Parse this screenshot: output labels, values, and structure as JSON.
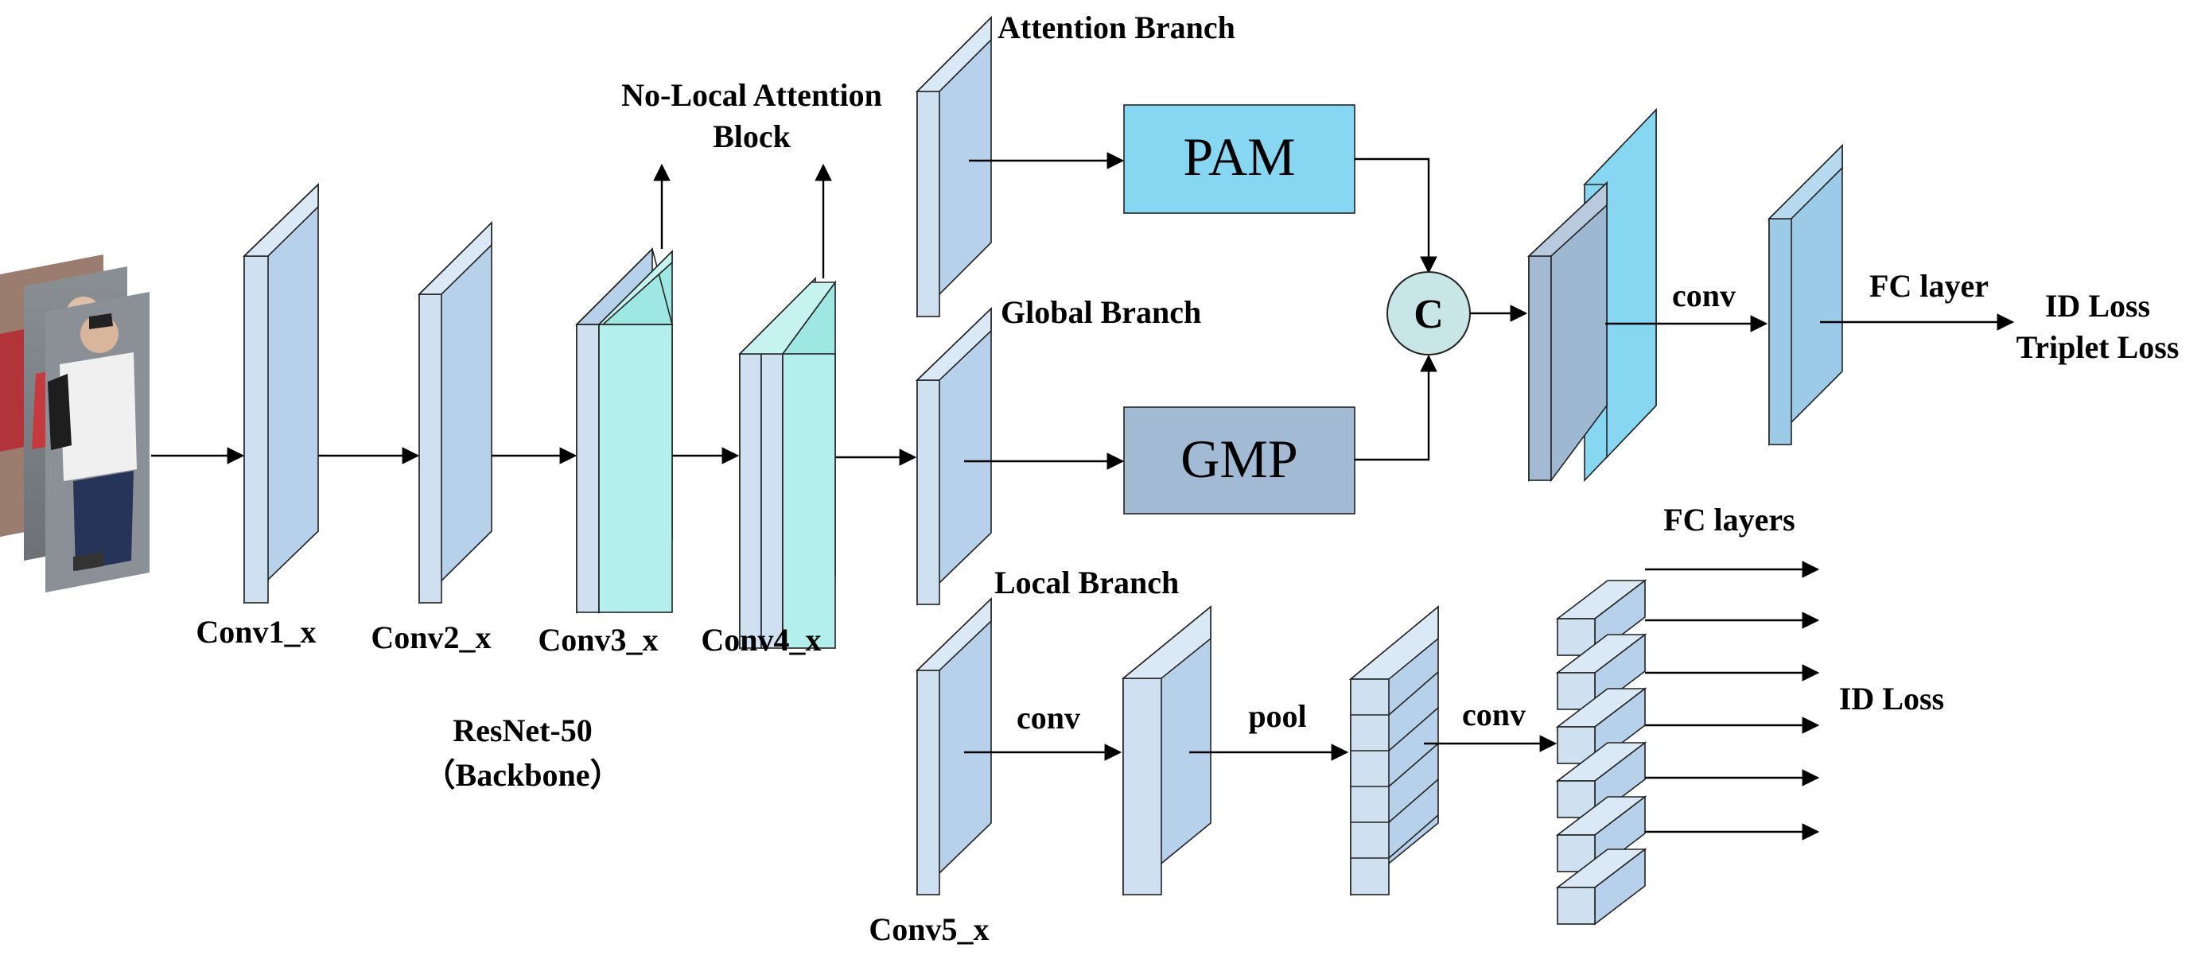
{
  "labels": {
    "conv1": "Conv1_x",
    "conv2": "Conv2_x",
    "conv3": "Conv3_x",
    "conv4": "Conv4_x",
    "conv5": "Conv5_x",
    "backbone_name": "ResNet-50",
    "backbone_sub": "（Backbone）",
    "nonlocal_line1": "No-Local Attention",
    "nonlocal_line2": "Block",
    "attention_branch": "Attention Branch",
    "global_branch": "Global Branch",
    "local_branch": "Local Branch",
    "pam": "PAM",
    "gmp": "GMP",
    "concat": "C",
    "conv_after_concat": "conv",
    "fc_layer": "FC layer",
    "id_loss_global": "ID Loss",
    "triplet_loss": "Triplet Loss",
    "local_conv1": "conv",
    "local_pool": "pool",
    "local_conv2": "conv",
    "fc_layers": "FC layers",
    "id_loss_local": "ID Loss"
  },
  "colors": {
    "layer_face": "#cfe0f1",
    "layer_side": "#b8d1ea",
    "attention_block": "#b3efec",
    "pam_fill": "#87d7f3",
    "gmp_fill": "#a2bad3",
    "concat_fill": "#c9e6e6",
    "fused_front": "#9fb8d2",
    "fused_back": "#87d7f3",
    "fc_block": "#9ccbe8",
    "edge": "#222222"
  },
  "icons": {
    "input_images": "pedestrian-photo-stack"
  }
}
